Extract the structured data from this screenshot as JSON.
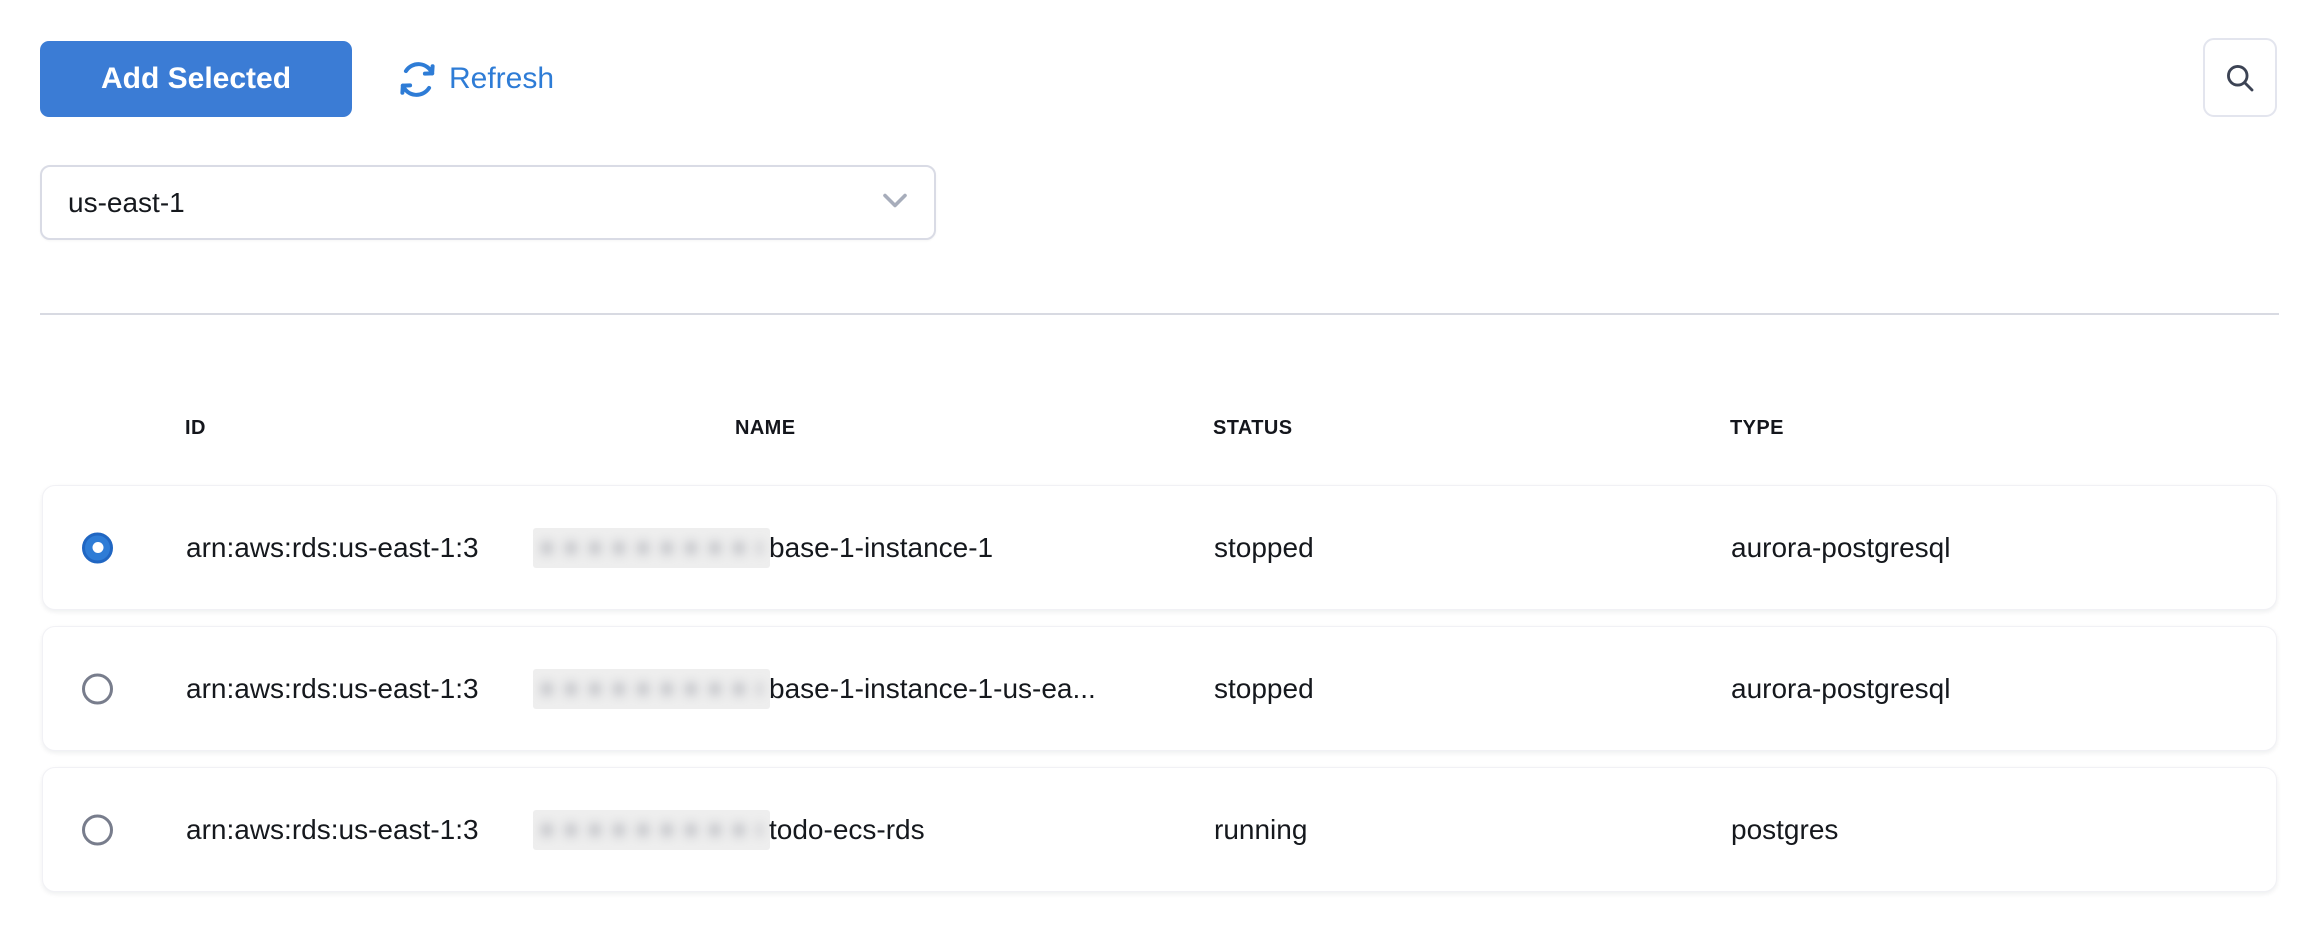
{
  "toolbar": {
    "add_selected_label": "Add Selected",
    "refresh_label": "Refresh"
  },
  "region_select": {
    "value": "us-east-1"
  },
  "table": {
    "columns": [
      "ID",
      "NAME",
      "STATUS",
      "TYPE"
    ],
    "rows": [
      {
        "selected": true,
        "id_visible": "arn:aws:rds:us-east-1:3",
        "account_redacted": true,
        "name_visible": "base-1-instance-1",
        "status": "stopped",
        "type": "aurora-postgresql"
      },
      {
        "selected": false,
        "id_visible": "arn:aws:rds:us-east-1:3",
        "account_redacted": true,
        "name_visible": "base-1-instance-1-us-ea...",
        "status": "stopped",
        "type": "aurora-postgresql"
      },
      {
        "selected": false,
        "id_visible": "arn:aws:rds:us-east-1:3",
        "account_redacted": true,
        "name_visible": "todo-ecs-rds",
        "status": "running",
        "type": "postgres"
      }
    ]
  },
  "icons": {
    "refresh": "refresh-icon",
    "search": "search-icon",
    "chevron": "chevron-down-icon"
  },
  "colors": {
    "primary_button": "#3b7cd5",
    "link_blue": "#2e7cd6",
    "divider": "#d8dae2",
    "text": "#15181d",
    "radio_selected": "#2e7cd6",
    "radio_unselected_ring": "#787d8c",
    "redaction_fill": "#eeeeee"
  }
}
